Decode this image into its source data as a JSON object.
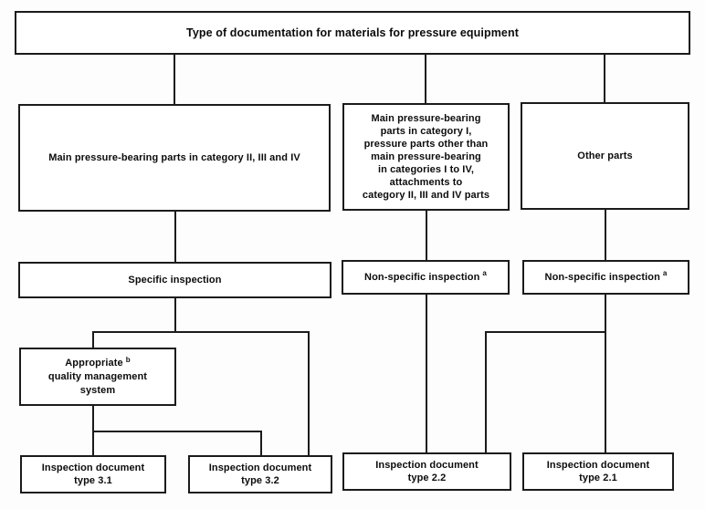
{
  "diagram": {
    "title": "Type of documentation for materials for pressure equipment",
    "nodes": {
      "main_parts_cat_2_3_4": {
        "label": "Main pressure-bearing parts in category II, III and IV"
      },
      "main_parts_cat_1": {
        "lines": [
          "Main pressure-bearing",
          "parts in category I,",
          "pressure parts other than",
          "main pressure-bearing",
          "in categories I to IV,",
          "attachments to",
          "category II, III and IV parts"
        ]
      },
      "other_parts": {
        "label": "Other parts"
      },
      "specific_inspection": {
        "label": "Specific inspection"
      },
      "non_specific_inspection_mid": {
        "label": "Non-specific inspection",
        "superscript": "a"
      },
      "non_specific_inspection_right": {
        "label": "Non-specific inspection",
        "superscript": "a"
      },
      "quality_management_system": {
        "line1": "Appropriate",
        "superscript": "b",
        "line2": "quality management",
        "line3": "system"
      },
      "doc_type_3_1": {
        "lines": [
          "Inspection document",
          "type 3.1"
        ]
      },
      "doc_type_3_2": {
        "lines": [
          "Inspection document",
          "type 3.2"
        ]
      },
      "doc_type_2_2": {
        "lines": [
          "Inspection document",
          "type 2.2"
        ]
      },
      "doc_type_2_1": {
        "lines": [
          "Inspection document",
          "type 2.1"
        ]
      }
    },
    "colors": {
      "box_border": "#1b1b1b",
      "box_background": "#ffffff",
      "text": "#0c0c0c",
      "page_background": "#fdfdfd"
    }
  }
}
